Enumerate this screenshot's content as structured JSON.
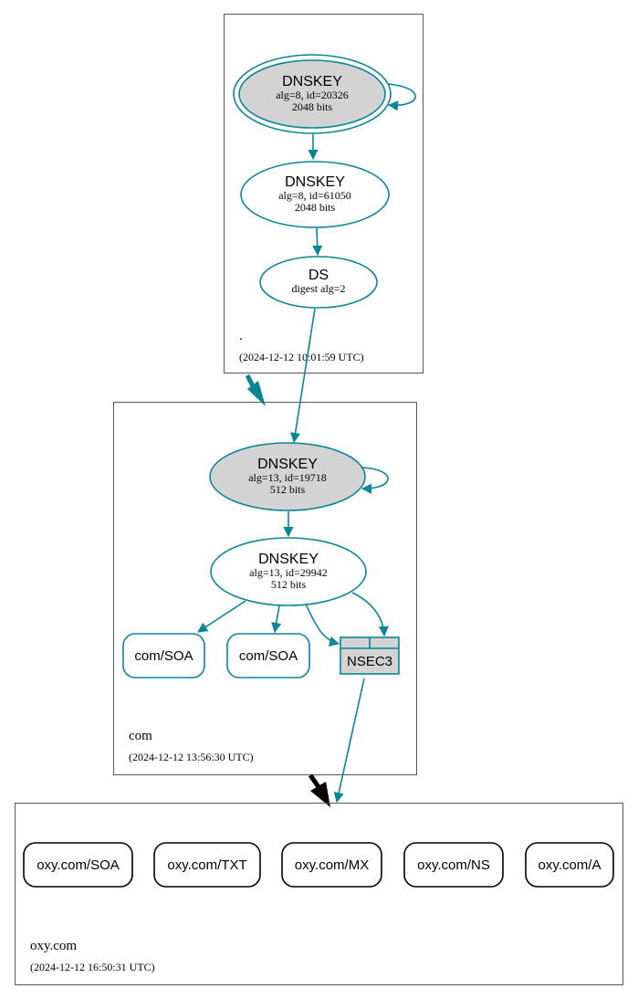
{
  "zones": {
    "root": {
      "name": ".",
      "timestamp": "(2024-12-12 10:01:59 UTC)"
    },
    "com": {
      "name": "com",
      "timestamp": "(2024-12-12 13:56:30 UTC)"
    },
    "oxy": {
      "name": "oxy.com",
      "timestamp": "(2024-12-12 16:50:31 UTC)"
    }
  },
  "root_nodes": {
    "ksk": {
      "type": "DNSKEY",
      "line1": "alg=8, id=20326",
      "line2": "2048 bits"
    },
    "zsk": {
      "type": "DNSKEY",
      "line1": "alg=8, id=61050",
      "line2": "2048 bits"
    },
    "ds": {
      "type": "DS",
      "line1": "digest alg=2"
    }
  },
  "com_nodes": {
    "ksk": {
      "type": "DNSKEY",
      "line1": "alg=13, id=19718",
      "line2": "512 bits"
    },
    "zsk": {
      "type": "DNSKEY",
      "line1": "alg=13, id=29942",
      "line2": "512 bits"
    },
    "soa1": {
      "label": "com/SOA"
    },
    "soa2": {
      "label": "com/SOA"
    },
    "nsec3": {
      "label": "NSEC3"
    }
  },
  "oxy_records": [
    {
      "label": "oxy.com/SOA"
    },
    {
      "label": "oxy.com/TXT"
    },
    {
      "label": "oxy.com/MX"
    },
    {
      "label": "oxy.com/NS"
    },
    {
      "label": "oxy.com/A"
    }
  ],
  "colors": {
    "edge": "#0a8597",
    "key_fill": "#d3d3d3",
    "delegation_insecure": "#000000"
  }
}
